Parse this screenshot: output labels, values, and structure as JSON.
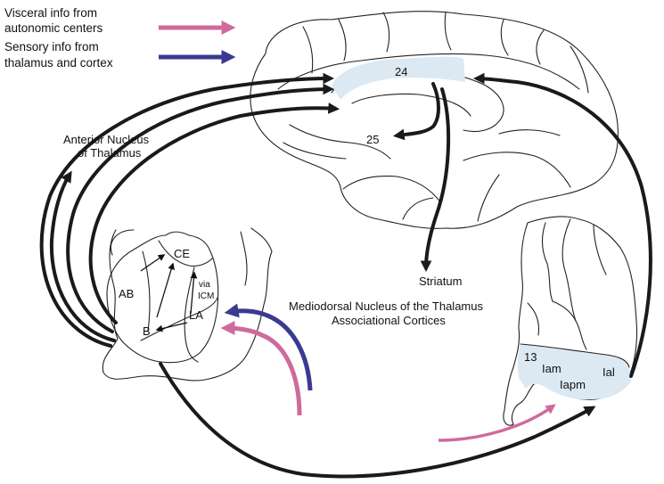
{
  "legend": {
    "visceral": {
      "line1": "Visceral info from",
      "line2": "autonomic centers",
      "color": "#cf6a9c"
    },
    "sensory": {
      "line1": "Sensory info from",
      "line2": "thalamus and cortex",
      "color": "#3a3b8f"
    }
  },
  "labels": {
    "anterior_nucleus_line1": "Anterior Nucleus",
    "anterior_nucleus_line2": "of Thalamus",
    "area_24": "24",
    "area_25": "25",
    "amygdala": {
      "ce": "CE",
      "ab": "AB",
      "b": "B",
      "la": "LA",
      "via": "via",
      "icm": "ICM"
    },
    "targets": {
      "line1": "Striatum",
      "line2": "Mediodorsal Nucleus of the Thalamus",
      "line3": "Associational Cortices"
    },
    "insula": {
      "area_13": "13",
      "iam": "Iam",
      "iapm": "Iapm",
      "ial": "Ial"
    }
  },
  "colors": {
    "highlight": "#dce9f3",
    "arrow": "#1a1a1a",
    "outline": "#222222"
  }
}
